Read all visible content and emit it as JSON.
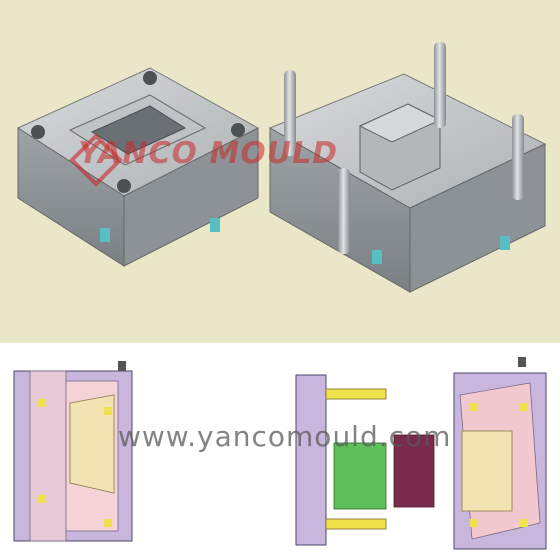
{
  "image": {
    "description_free": true,
    "panels": [
      "top-mold-renders",
      "bottom-mold-drawings"
    ]
  },
  "watermarks": {
    "brand": "YANCO MOULD",
    "url": "www.yancomould.com"
  },
  "colors": {
    "top_background": "#eae7c8",
    "bottom_background": "#ffffff",
    "steel_light": "#c9ccce",
    "steel_mid": "#a7abae",
    "steel_dark": "#7c8185",
    "drawing_purple": "#c8b6dc",
    "drawing_pink": "#f1c9cf",
    "drawing_yellow": "#f0e24a",
    "drawing_green": "#5fbf5a",
    "drawing_maroon": "#7a2a4a",
    "drawing_cyan": "#5fc7d4"
  }
}
